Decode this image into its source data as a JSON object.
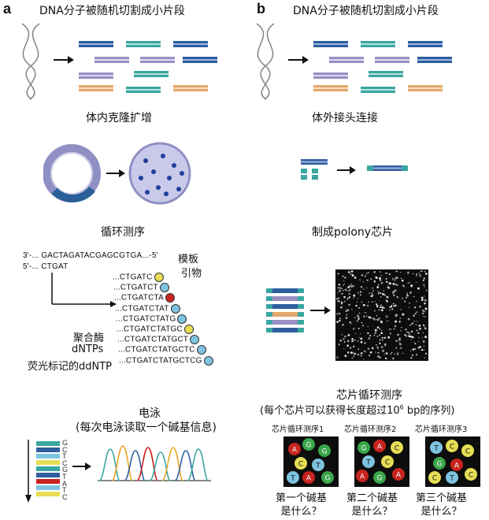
{
  "panels": {
    "a": {
      "label": "a",
      "title": "DNA分子被随机切割成小片段",
      "step1": "体内克隆扩增",
      "step2": "循环测序",
      "seq_top": "3'-... GACTAGATACGAGCGTGA...-5'",
      "seq_primer": "5'-... CTGAT",
      "template_label": "模板",
      "primer_label": "引物",
      "extensions": [
        "...CTGATC",
        "...CTGATCT",
        "...CTGATCTA",
        "...CTGATCTAT",
        "...CTGATCTATG",
        "...CTGATCTATGC",
        "...CTGATCTATGCT",
        "...CTGATCTATGCTC",
        "...CTGATCTATGCTCG"
      ],
      "extension_colors": [
        "#e6dd55",
        "#7ec3e0",
        "#c8241f",
        "#7ec3e0",
        "#7ec3e0",
        "#e6dd55",
        "#7ec3e0",
        "#7ec3e0",
        "#7ec3e0"
      ],
      "reagents": [
        "聚合酶",
        "dNTPs",
        "荧光标记的ddNTP"
      ],
      "step3_title": "电泳",
      "step3_sub": "(每次电泳读取一个碱基信息)",
      "gel_letters": "GCTCGTATC"
    },
    "b": {
      "label": "b",
      "title": "DNA分子被随机切割成小片段",
      "step1": "体外接头连接",
      "step2": "制成polony芯片",
      "step3_title": "芯片循环测序",
      "step3_sub_pre": "(每个芯片可以获得长度超过10",
      "step3_sub_sup": "6",
      "step3_sub_post": " bp的序列)",
      "chips": [
        {
          "title": "芯片循环测序1",
          "q1": "第一个碱基",
          "q2": "是什么？"
        },
        {
          "title": "芯片循环测序2",
          "q1": "第二个碱基",
          "q2": "是什么？"
        },
        {
          "title": "芯片循环测序3",
          "q1": "第三个碱基",
          "q2": "是什么？"
        }
      ]
    }
  },
  "colors": {
    "blue": "#2e5e9e",
    "teal": "#3aa6a0",
    "purple": "#9a8fc4",
    "orange": "#e3a86c",
    "plasmid": "#8f8fc4",
    "dot": "#1f3f9a"
  }
}
